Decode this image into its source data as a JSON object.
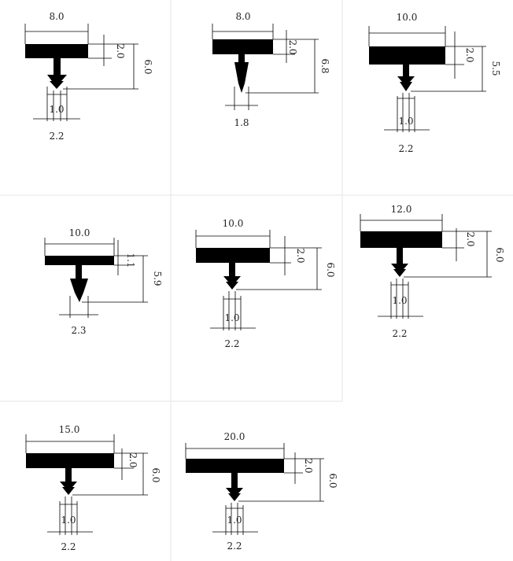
{
  "profiles": [
    {
      "width": "8.0",
      "flange": "2.0",
      "height": "6.0",
      "stem": "1.0",
      "tip": "2.2"
    },
    {
      "width": "8.0",
      "flange": "2.0",
      "height": "6.8",
      "tip": "1.8"
    },
    {
      "width": "10.0",
      "flange": "2.0",
      "height": "5.5",
      "stem": "1.0",
      "tip": "2.2"
    },
    {
      "width": "10.0",
      "flange": "1.1",
      "height": "5.9",
      "tip": "2.3"
    },
    {
      "width": "10.0",
      "flange": "2.0",
      "height": "6.0",
      "stem": "1.0",
      "tip": "2.2"
    },
    {
      "width": "12.0",
      "flange": "2.0",
      "height": "6.0",
      "stem": "1.0",
      "tip": "2.2"
    },
    {
      "width": "15.0",
      "flange": "2.0",
      "height": "6.0",
      "stem": "1.0",
      "tip": "2.2"
    },
    {
      "width": "20.0",
      "flange": "2.0",
      "height": "6.0",
      "stem": "1.0",
      "tip": "2.2"
    }
  ]
}
